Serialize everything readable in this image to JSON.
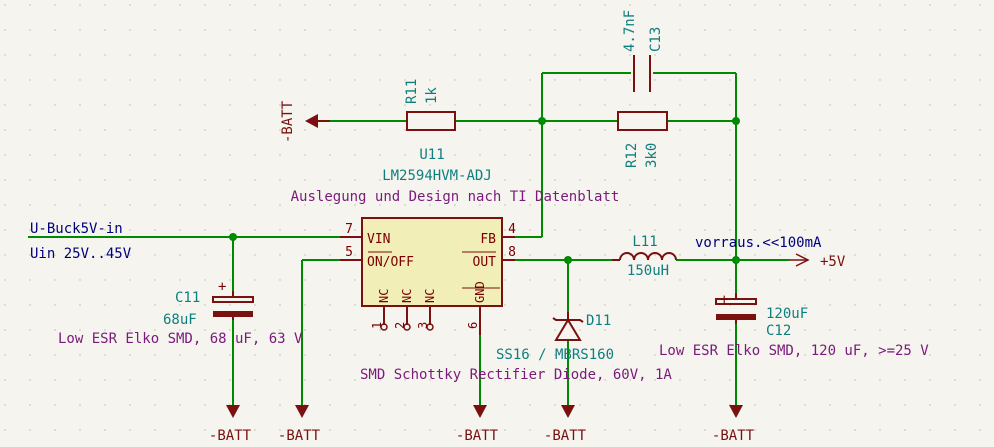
{
  "schematic": {
    "u11": {
      "ref": "U11",
      "value": "LM2594HVM-ADJ",
      "note": "Auslegung und Design nach TI Datenblatt",
      "pins": {
        "vin": "VIN",
        "vin_num": "7",
        "onoff": "ON/OFF",
        "onoff_num": "5",
        "fb": "FB",
        "fb_num": "4",
        "out": "OUT",
        "out_num": "8",
        "nc": "NC",
        "nc1_num": "1",
        "nc2_num": "2",
        "nc3_num": "3",
        "gnd": "GND",
        "gnd_num": "6"
      }
    },
    "r11": {
      "ref": "R11",
      "value": "1k"
    },
    "r12": {
      "ref": "R12",
      "value": "3k0"
    },
    "c13": {
      "ref": "C13",
      "value": "4.7nF"
    },
    "c11": {
      "ref": "C11",
      "value": "68uF",
      "note": "Low ESR Elko SMD, 68 uF, 63 V",
      "plus": "+"
    },
    "c12": {
      "ref": "C12",
      "value": "120uF",
      "note": "Low ESR Elko SMD, 120 uF, >=25 V",
      "plus": "+"
    },
    "l11": {
      "ref": "L11",
      "value": "150uH"
    },
    "d11": {
      "ref": "D11",
      "value": "SS16 / MBRS160",
      "note": "SMD Schottky Rectifier Diode, 60V, 1A"
    },
    "labels": {
      "input_net": "U-Buck5V-in",
      "input_range": "Uin 25V..45V",
      "output_note": "vorraus.<<100mA",
      "output_net": "+5V",
      "batt_top": "-BATT",
      "batt": "-BATT"
    },
    "colors": {
      "wire": "#008a00",
      "component": "#7a1010",
      "reference": "#0e7f7f",
      "field": "#7a1a7a",
      "net_label": "#00007a",
      "background": "#f5f4ef"
    }
  }
}
